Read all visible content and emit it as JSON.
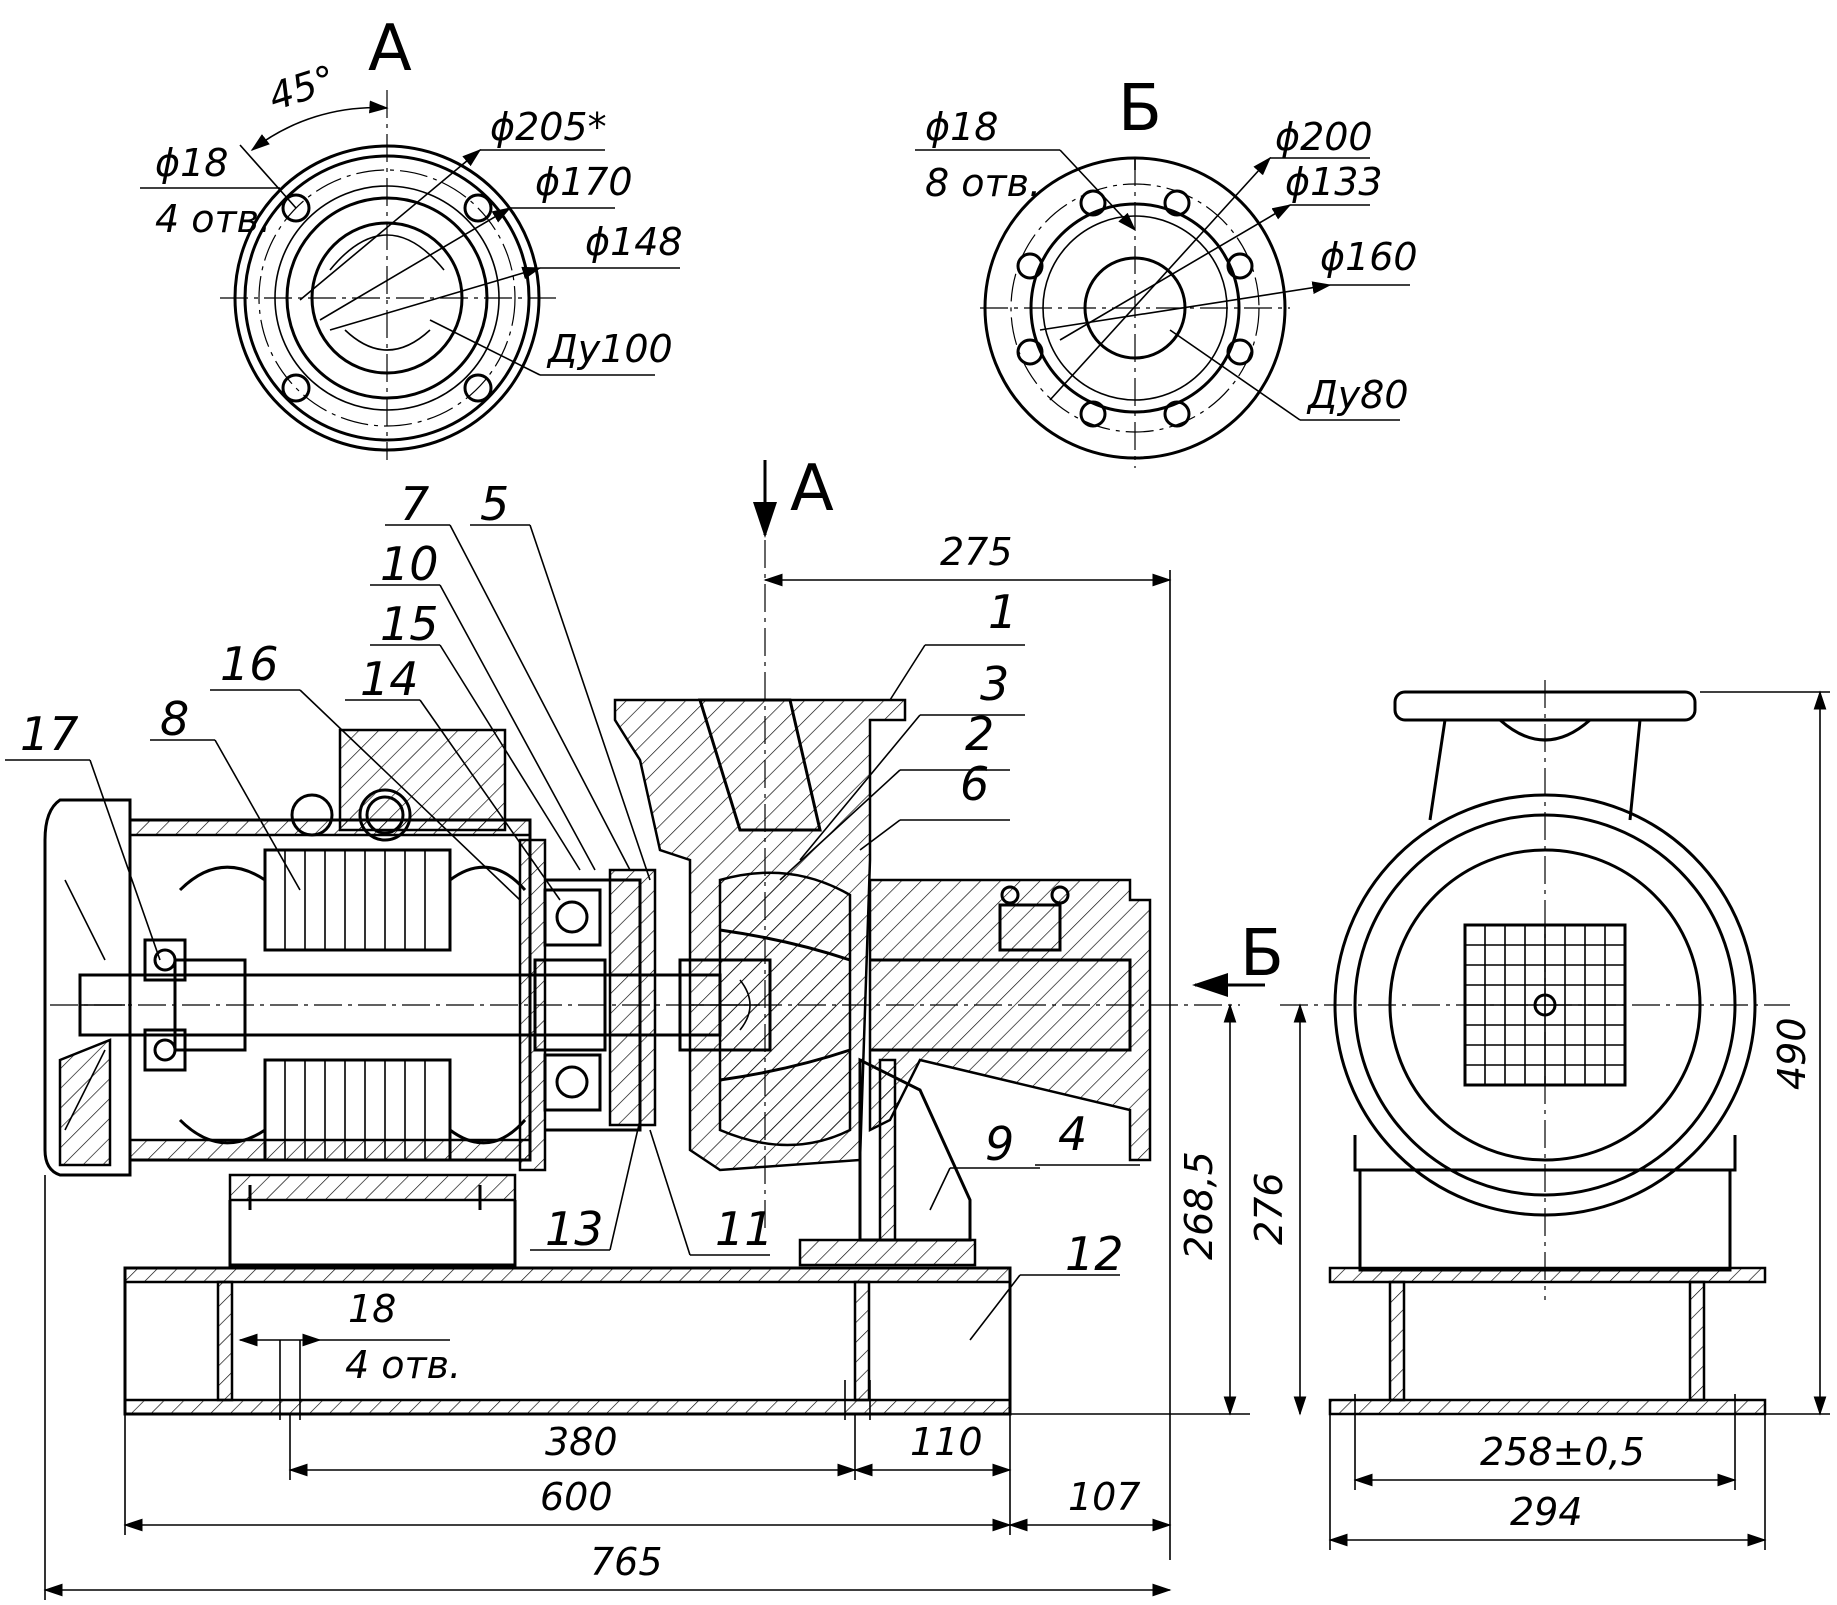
{
  "views": {
    "view_a": {
      "letter": "А",
      "angle": "45°",
      "holes_dia": "ϕ18",
      "holes_count": "4 отв.",
      "d1": "ϕ205*",
      "d2": "ϕ170",
      "d3": "ϕ148",
      "dn": "Ду100"
    },
    "view_b": {
      "letter": "Б",
      "holes_dia": "ϕ18",
      "holes_count": "8 отв.",
      "d1": "ϕ200",
      "d2": "ϕ133",
      "d3": "ϕ160",
      "dn": "Ду80"
    },
    "arrow_a": "А",
    "arrow_b": "Б"
  },
  "positions": [
    "1",
    "2",
    "3",
    "4",
    "5",
    "6",
    "7",
    "8",
    "9",
    "10",
    "11",
    "12",
    "13",
    "14",
    "15",
    "16",
    "17"
  ],
  "dims": {
    "d275": "275",
    "d2685": "268,5",
    "d276": "276",
    "d490": "490",
    "d18": "18",
    "d18_count": "4 отв.",
    "d380": "380",
    "d110": "110",
    "d600": "600",
    "d107": "107",
    "d765": "765",
    "d258": "258±0,5",
    "d294": "294"
  }
}
